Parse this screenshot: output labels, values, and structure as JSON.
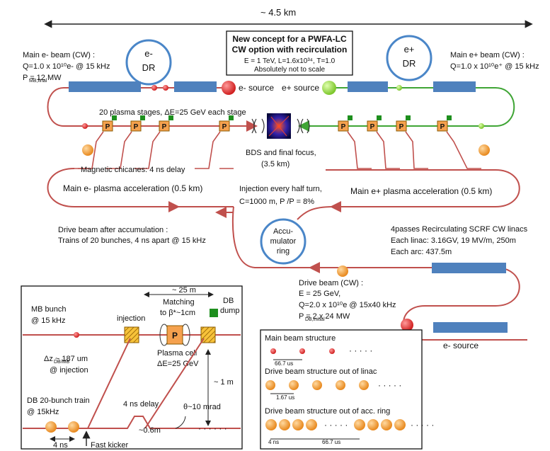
{
  "top": {
    "length_label": "~ 4.5 km"
  },
  "concept": {
    "line1": "New concept for a PWFA-LC",
    "line2": "CW option with recirculation",
    "line3": "E = 1 TeV, L=1.6x10³⁴, T=1.0",
    "line4": "Absolutely not to scale"
  },
  "damping_rings": {
    "electron": [
      "e-",
      "DR"
    ],
    "positron": [
      "e+",
      "DR"
    ]
  },
  "main_e_minus": {
    "title": "Main e- beam (CW) :",
    "charge": "Q=1.0 x 10¹⁰e- @ 15 kHz",
    "power": "P   = 12 MW",
    "power_sub": "MB,final"
  },
  "main_e_plus": {
    "title": "Main e+ beam (CW) :",
    "charge": "Q=1.0 x 10¹⁰e⁺ @ 15 kHz"
  },
  "sources": {
    "e_minus": "e- source",
    "e_plus": "e+ source",
    "e_minus_bottom": "e- source"
  },
  "plasma_stages": {
    "label": "20 plasma stages, ΔE=25 GeV each stage",
    "cell": "P"
  },
  "bds": {
    "line1": "BDS and final focus,",
    "line2": "(3.5 km)"
  },
  "chicanes": "Magnetic chicanes: 4 ns delay",
  "accel": {
    "e_minus": "Main e- plasma acceleration (0.5 km)",
    "e_plus": "Main e+ plasma acceleration (0.5 km)"
  },
  "injection": {
    "line1": "Injection every half turn,",
    "line2": "C=1000 m, P   /P   = 8%"
  },
  "drive_after": {
    "line1": "Drive beam after accumulation :",
    "line2": "Trains of 20 bunches, 4 ns apart @ 15 kHz"
  },
  "accumulator": [
    "Accu-",
    "mulator",
    "ring"
  ],
  "linacs": {
    "line1": "4passes Recirculating SCRF CW linacs",
    "line2": "Each linac: 3.16GV, 19 MV/m,  250m",
    "line3": "Each arc: 437.5m"
  },
  "drive_beam": {
    "title": "Drive beam (CW) :",
    "energy": "E = 25 GeV,",
    "charge": "Q=2.0 x 10¹⁰e @ 15x40 kHz",
    "power": "P           = 2 x 24 MW",
    "power_sub": "DB,initial"
  },
  "inset_left": {
    "span": "~ 25 m",
    "matching1": "Matching",
    "matching2": "to β*~1cm",
    "db_dump1": "DB",
    "db_dump2": "dump",
    "mb_bunch1": "MB bunch",
    "mb_bunch2": "@ 15 kHz",
    "injection": "injection",
    "cell": "P",
    "plasma1": "Plasma cell",
    "plasma2": "ΔE=25 GeV",
    "dz1": "Δz    ~ 187 um",
    "dz_sub": "DB/MB",
    "dz2": "@ injection",
    "height": "~ 1 m",
    "db_train1": "DB 20-bunch train",
    "db_train2": "@ 15kHz",
    "delay": "4 ns delay",
    "theta": "θ~10 mrad",
    "offset": "~0.6m",
    "spacing": "4 ns",
    "kicker": "Fast kicker",
    "dots": "· · · · · ·"
  },
  "inset_right": {
    "mb_title": "Main beam structure",
    "mb_spacing": "66.7 us",
    "db_linac_title": "Drive beam structure out of linac",
    "db_linac_spacing": "1.67 us",
    "db_ring_title": "Drive beam structure out of acc. ring",
    "db_ring_spacing1": "4 ns",
    "db_ring_spacing2": "66.7 us",
    "dots": "· · · · ·"
  },
  "colors": {
    "red_line": "#c0504d",
    "green_line": "#3fa535",
    "blue_box": "#4f81bd",
    "orange": "#f7a23a",
    "plasma": "#f5a14e",
    "ring_outline": "#4a86c8",
    "green_square": "#1e8f1e"
  }
}
